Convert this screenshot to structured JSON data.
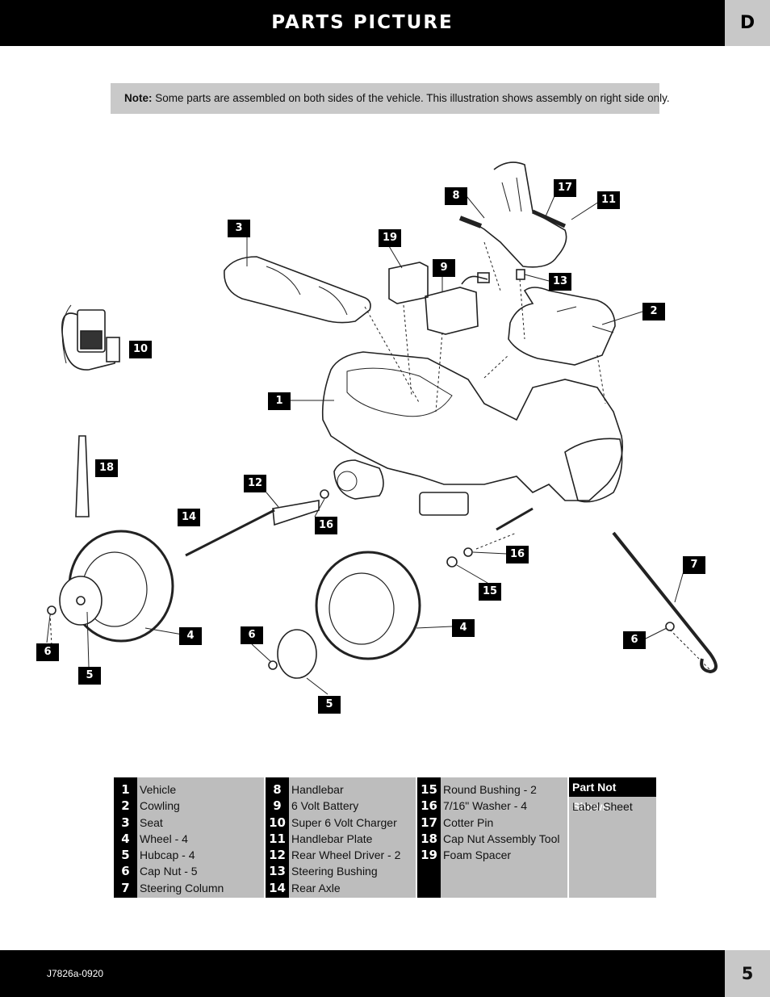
{
  "header": {
    "title": "PARTS PICTURE",
    "section": "D"
  },
  "note": {
    "label": "Note:",
    "text": "Some parts are assembled on both sides of the vehicle. This illustration shows assembly on right side only."
  },
  "callouts": [
    "3",
    "8",
    "17",
    "11",
    "19",
    "9",
    "13",
    "2",
    "10",
    "1",
    "18",
    "12",
    "14",
    "16",
    "16",
    "7",
    "4",
    "6",
    "6",
    "4",
    "6",
    "5",
    "15",
    "5"
  ],
  "parts": [
    {
      "num": "1",
      "name": "Vehicle"
    },
    {
      "num": "2",
      "name": "Cowling"
    },
    {
      "num": "3",
      "name": "Seat"
    },
    {
      "num": "4",
      "name": "Wheel - 4"
    },
    {
      "num": "5",
      "name": "Hubcap - 4"
    },
    {
      "num": "6",
      "name": "Cap Nut - 5"
    },
    {
      "num": "7",
      "name": "Steering Column"
    },
    {
      "num": "8",
      "name": "Handlebar"
    },
    {
      "num": "9",
      "name": "6 Volt Battery"
    },
    {
      "num": "10",
      "name": "Super 6 Volt Charger"
    },
    {
      "num": "11",
      "name": "Handlebar Plate"
    },
    {
      "num": "12",
      "name": "Rear Wheel Driver - 2"
    },
    {
      "num": "13",
      "name": "Steering Bushing"
    },
    {
      "num": "14",
      "name": "Rear Axle"
    },
    {
      "num": "15",
      "name": "Round Bushing - 2"
    },
    {
      "num": "16",
      "name": "7/16\" Washer - 4"
    },
    {
      "num": "17",
      "name": "Cotter Pin"
    },
    {
      "num": "18",
      "name": "Cap Nut Assembly Tool"
    },
    {
      "num": "19",
      "name": "Foam Spacer"
    }
  ],
  "part_not_shown": {
    "heading": "Part Not Shown",
    "item": "Label Sheet"
  },
  "footer": {
    "code": "J7826a-0920",
    "page": "5"
  }
}
